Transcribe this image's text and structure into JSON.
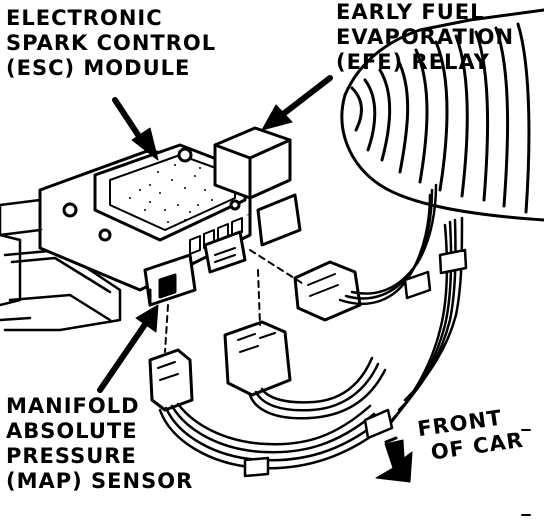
{
  "labels": {
    "esc": [
      "ELECTRONIC",
      "SPARK CONTROL",
      "(ESC) MODULE"
    ],
    "efe": [
      "EARLY FUEL",
      "EVAPORATION",
      "(EFE) RELAY"
    ],
    "map": [
      "MANIFOLD",
      "ABSOLUTE",
      "PRESSURE",
      "(MAP) SENSOR"
    ],
    "front": [
      "FRONT",
      "OF CAR"
    ]
  },
  "colors": {
    "ink": "#000000",
    "paper": "#ffffff"
  }
}
